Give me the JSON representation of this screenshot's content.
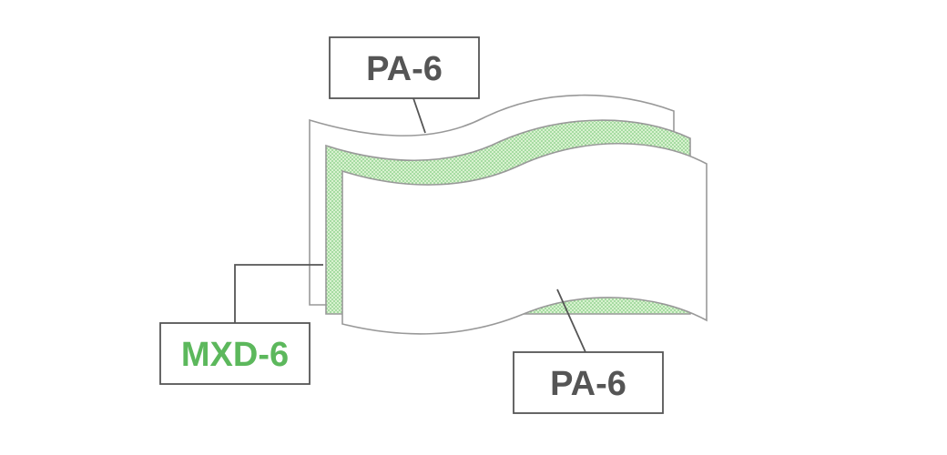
{
  "labels": {
    "top": "PA-6",
    "middle": "MXD-6",
    "bottom": "PA-6"
  },
  "colors": {
    "outline": "#999999",
    "leader_line": "#555555",
    "box_border": "#555555",
    "pa6_text": "#555555",
    "mxd6_text": "#5cb85c",
    "mxd6_fill": "#d8f2cf",
    "mxd6_dots": "#7cc97c",
    "sheet_fill": "#ffffff"
  }
}
